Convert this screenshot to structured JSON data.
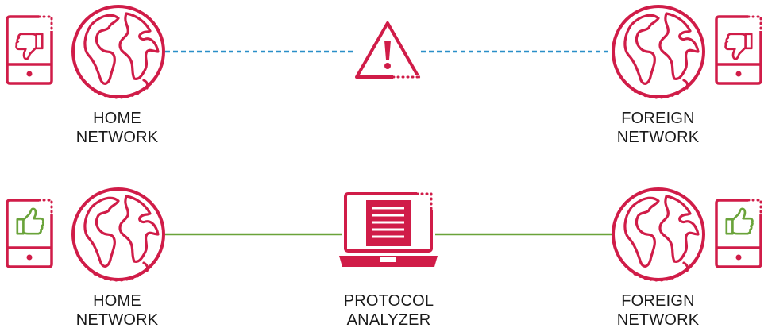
{
  "colors": {
    "accent": "#d01c48",
    "ok": "#6aa33a",
    "link_dashed": "#2a8fc8",
    "link_ok": "#6aa33a"
  },
  "rows": [
    {
      "status": "warning",
      "link_style": "dashed",
      "center_icon": "warning-triangle-icon",
      "phone_icon": "thumbs-down-icon",
      "left": {
        "line1": "HOME",
        "line2": "NETWORK"
      },
      "right": {
        "line1": "FOREIGN",
        "line2": "NETWORK"
      }
    },
    {
      "status": "ok",
      "link_style": "solid",
      "center_icon": "laptop-icon",
      "phone_icon": "thumbs-up-icon",
      "left": {
        "line1": "HOME",
        "line2": "NETWORK"
      },
      "center": {
        "line1": "PROTOCOL",
        "line2": "ANALYZER"
      },
      "right": {
        "line1": "FOREIGN",
        "line2": "NETWORK"
      }
    }
  ]
}
